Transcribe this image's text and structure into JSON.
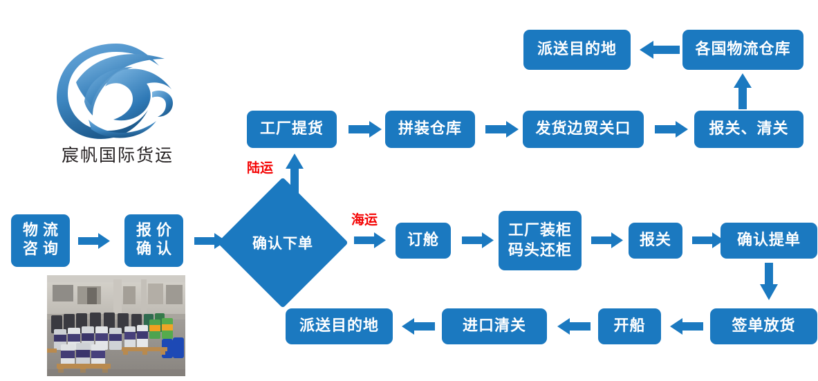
{
  "brand": {
    "name": "宸帆国际货运",
    "logo_icon": "wave-bird-logo-icon",
    "logo_color_light": "#5b9bd5",
    "logo_color_dark": "#1f5c8f"
  },
  "theme": {
    "node_fill": "#1b79c0",
    "node_text": "#ffffff",
    "arrow_fill": "#1b79c0",
    "mode_label_color": "#f40000",
    "background": "#ffffff"
  },
  "photo": {
    "name": "warehouse-drums-photo",
    "alt": "Warehouse with stacked paint drums on wooden pallets"
  },
  "mode_labels": [
    {
      "id": "land",
      "text": "陆运"
    },
    {
      "id": "sea",
      "text": "海运"
    }
  ],
  "chart_data": {
    "type": "diagram",
    "title": "宸帆国际货运 物流流程图",
    "nodes": [
      {
        "id": "n01",
        "label": "物流咨询",
        "lines": [
          "物流",
          "咨询"
        ],
        "shape": "rounded-rect",
        "row": "main"
      },
      {
        "id": "n02",
        "label": "报价确认",
        "lines": [
          "报价",
          "确认"
        ],
        "shape": "rounded-rect",
        "row": "main"
      },
      {
        "id": "n03",
        "label": "确认下单",
        "lines": [
          "确认下单"
        ],
        "shape": "diamond",
        "row": "main"
      },
      {
        "id": "n04",
        "label": "工厂提货",
        "lines": [
          "工厂提货"
        ],
        "shape": "rounded-rect",
        "row": "land"
      },
      {
        "id": "n05",
        "label": "拼装仓库",
        "lines": [
          "拼装仓库"
        ],
        "shape": "rounded-rect",
        "row": "land"
      },
      {
        "id": "n06",
        "label": "发货边贸关口",
        "lines": [
          "发货边贸关口"
        ],
        "shape": "rounded-rect",
        "row": "land"
      },
      {
        "id": "n07",
        "label": "报关、清关",
        "lines": [
          "报关、清关"
        ],
        "shape": "rounded-rect",
        "row": "land"
      },
      {
        "id": "n08",
        "label": "各国物流仓库",
        "lines": [
          "各国物流仓库"
        ],
        "shape": "rounded-rect",
        "row": "land-top"
      },
      {
        "id": "n09",
        "label": "派送目的地",
        "lines": [
          "派送目的地"
        ],
        "shape": "rounded-rect",
        "row": "land-top"
      },
      {
        "id": "n10",
        "label": "订舱",
        "lines": [
          "订舱"
        ],
        "shape": "rounded-rect",
        "row": "sea"
      },
      {
        "id": "n11",
        "label": "工厂装柜码头还柜",
        "lines": [
          "工厂装柜",
          "码头还柜"
        ],
        "shape": "rounded-rect",
        "row": "sea"
      },
      {
        "id": "n12",
        "label": "报关",
        "lines": [
          "报关"
        ],
        "shape": "rounded-rect",
        "row": "sea"
      },
      {
        "id": "n13",
        "label": "确认提单",
        "lines": [
          "确认提单"
        ],
        "shape": "rounded-rect",
        "row": "sea"
      },
      {
        "id": "n14",
        "label": "签单放货",
        "lines": [
          "签单放货"
        ],
        "shape": "rounded-rect",
        "row": "sea-bottom"
      },
      {
        "id": "n15",
        "label": "开船",
        "lines": [
          "开船"
        ],
        "shape": "rounded-rect",
        "row": "sea-bottom"
      },
      {
        "id": "n16",
        "label": "进口清关",
        "lines": [
          "进口清关"
        ],
        "shape": "rounded-rect",
        "row": "sea-bottom"
      },
      {
        "id": "n17",
        "label": "派送目的地",
        "lines": [
          "派送目的地"
        ],
        "shape": "rounded-rect",
        "row": "sea-bottom"
      }
    ],
    "edges": [
      {
        "from": "n01",
        "to": "n02",
        "dir": "right",
        "label": ""
      },
      {
        "from": "n02",
        "to": "n03",
        "dir": "right",
        "label": ""
      },
      {
        "from": "n03",
        "to": "n04",
        "dir": "up",
        "label": "陆运"
      },
      {
        "from": "n04",
        "to": "n05",
        "dir": "right",
        "label": ""
      },
      {
        "from": "n05",
        "to": "n06",
        "dir": "right",
        "label": ""
      },
      {
        "from": "n06",
        "to": "n07",
        "dir": "right",
        "label": ""
      },
      {
        "from": "n07",
        "to": "n08",
        "dir": "up",
        "label": ""
      },
      {
        "from": "n08",
        "to": "n09",
        "dir": "left",
        "label": ""
      },
      {
        "from": "n03",
        "to": "n10",
        "dir": "right",
        "label": "海运"
      },
      {
        "from": "n10",
        "to": "n11",
        "dir": "right",
        "label": ""
      },
      {
        "from": "n11",
        "to": "n12",
        "dir": "right",
        "label": ""
      },
      {
        "from": "n12",
        "to": "n13",
        "dir": "right",
        "label": ""
      },
      {
        "from": "n13",
        "to": "n14",
        "dir": "down",
        "label": ""
      },
      {
        "from": "n14",
        "to": "n15",
        "dir": "left",
        "label": ""
      },
      {
        "from": "n15",
        "to": "n16",
        "dir": "left",
        "label": ""
      },
      {
        "from": "n16",
        "to": "n17",
        "dir": "left",
        "label": ""
      }
    ]
  }
}
